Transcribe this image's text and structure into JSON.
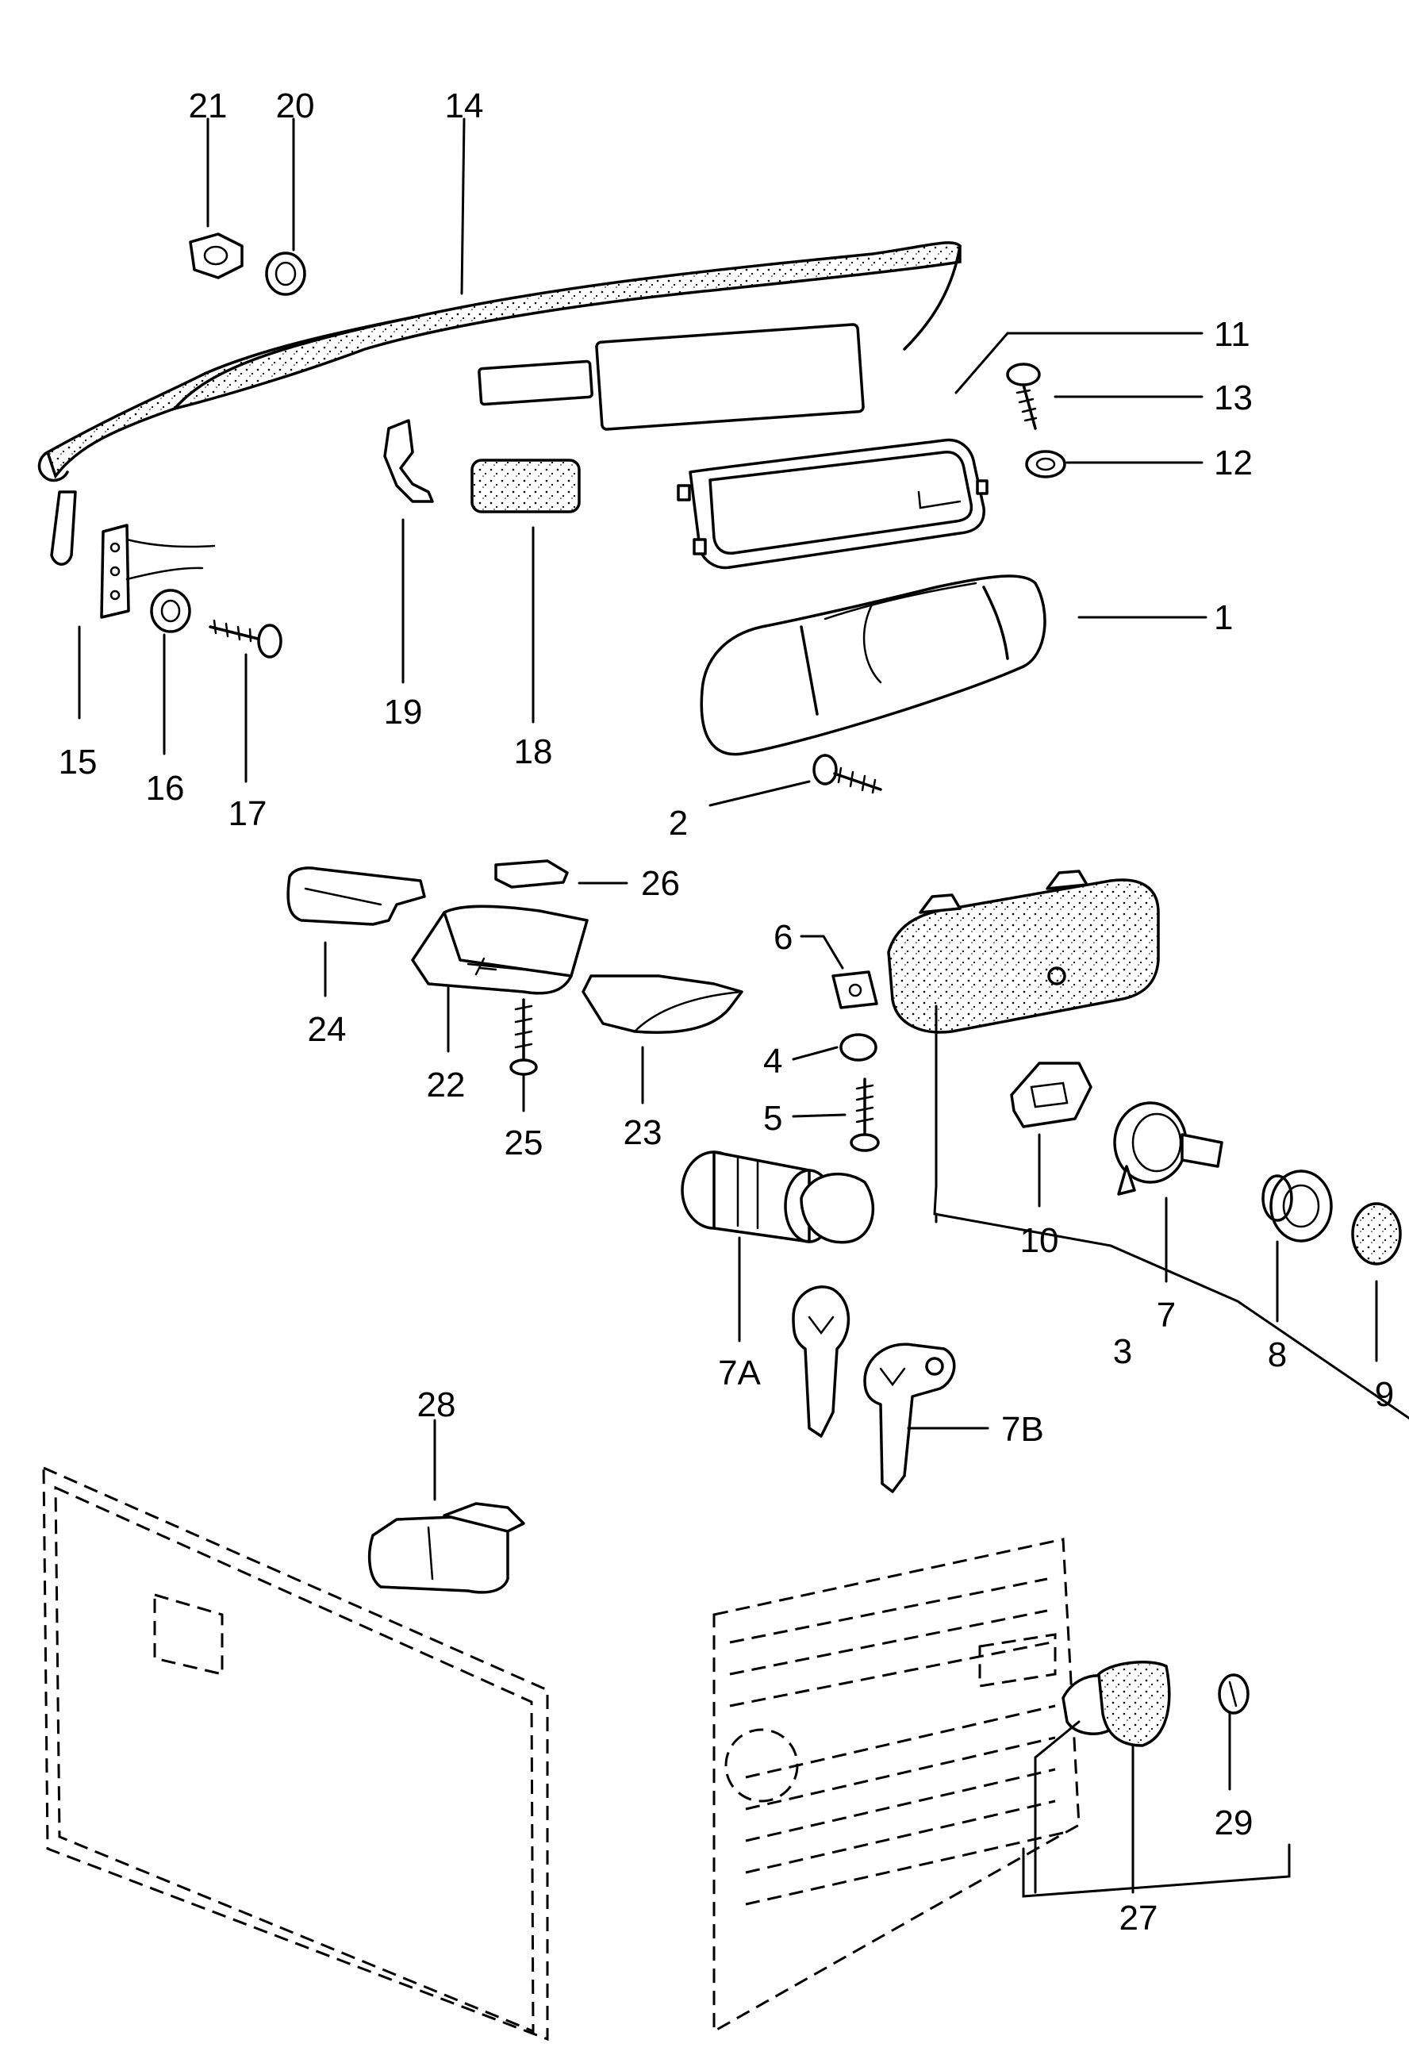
{
  "callouts": {
    "c1": "1",
    "c2": "2",
    "c3": "3",
    "c4": "4",
    "c5": "5",
    "c6": "6",
    "c7": "7",
    "c7a": "7A",
    "c7b": "7B",
    "c8": "8",
    "c9": "9",
    "c10": "10",
    "c11": "11",
    "c12": "12",
    "c13": "13",
    "c14": "14",
    "c15": "15",
    "c16": "16",
    "c17": "17",
    "c18": "18",
    "c19": "19",
    "c20": "20",
    "c21": "21",
    "c22": "22",
    "c23": "23",
    "c24": "24",
    "c25": "25",
    "c26": "26",
    "c27": "27",
    "c28": "28",
    "c29": "29"
  }
}
